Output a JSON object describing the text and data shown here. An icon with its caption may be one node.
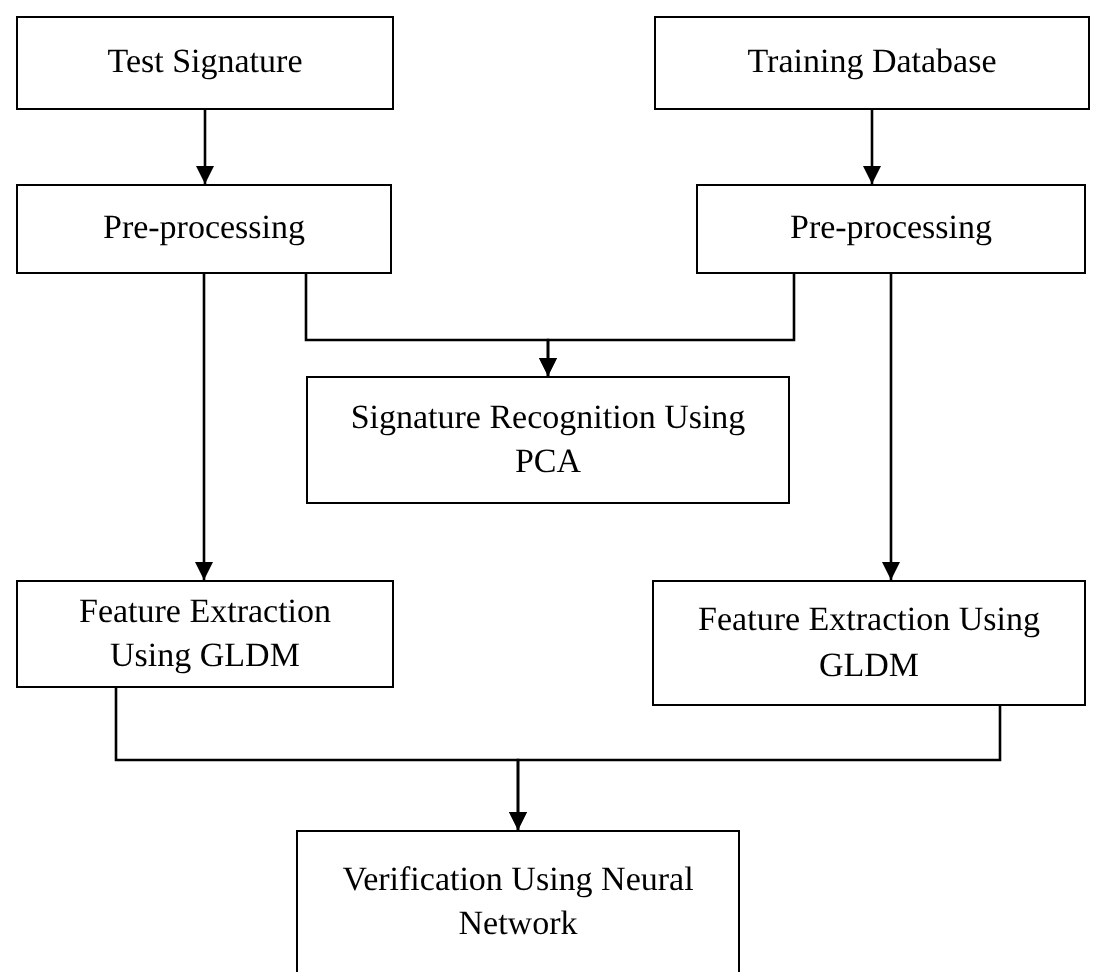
{
  "diagram": {
    "nodes": [
      {
        "text": [
          "Test Signature"
        ]
      },
      {
        "text": [
          "Training Database"
        ]
      },
      {
        "text": [
          "Pre-processing"
        ]
      },
      {
        "text": [
          "Pre-processing"
        ]
      },
      {
        "text": [
          "Signature Recognition Using PCA"
        ]
      },
      {
        "text": [
          "Feature Extraction Using GLDM"
        ]
      },
      {
        "text": [
          "Feature Extraction Using GLDM"
        ]
      },
      {
        "text": [
          "Verification Using Neural Network"
        ]
      }
    ],
    "edges": [
      {
        "from": 0,
        "to": 2,
        "arrow": "to"
      },
      {
        "from": 1,
        "to": 3,
        "arrow": "to"
      },
      {
        "from": 2,
        "to": 4,
        "arrow": "to"
      },
      {
        "from": 3,
        "to": 4,
        "arrow": "to"
      },
      {
        "from": 2,
        "to": 5,
        "arrow": "to"
      },
      {
        "from": 3,
        "to": 6,
        "arrow": "to"
      },
      {
        "from": 5,
        "to": 7,
        "arrow": "to"
      },
      {
        "from": 6,
        "to": 7,
        "arrow": "to"
      }
    ]
  }
}
